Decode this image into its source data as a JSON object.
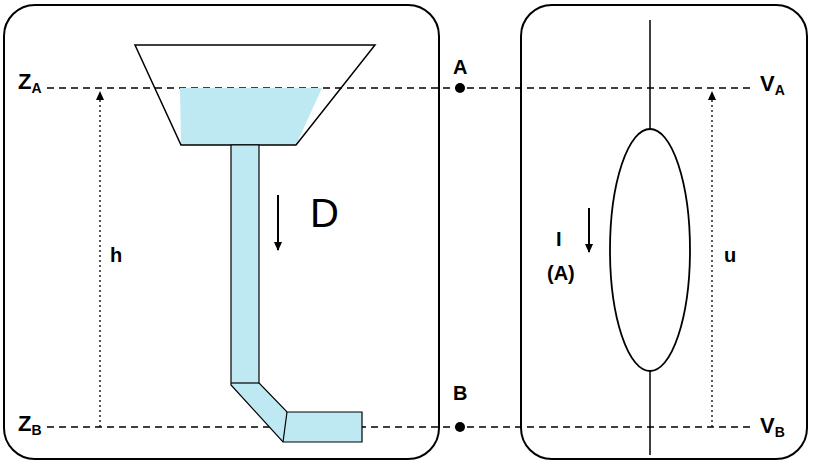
{
  "diagram": {
    "nodes": [
      {
        "text": [
          "ZA",
          "D",
          "h",
          "ZB"
        ]
      },
      {
        "text": [
          "I",
          "(A)",
          "u",
          "VA",
          "VB"
        ]
      }
    ],
    "labels": [
      "A",
      "B"
    ]
  }
}
